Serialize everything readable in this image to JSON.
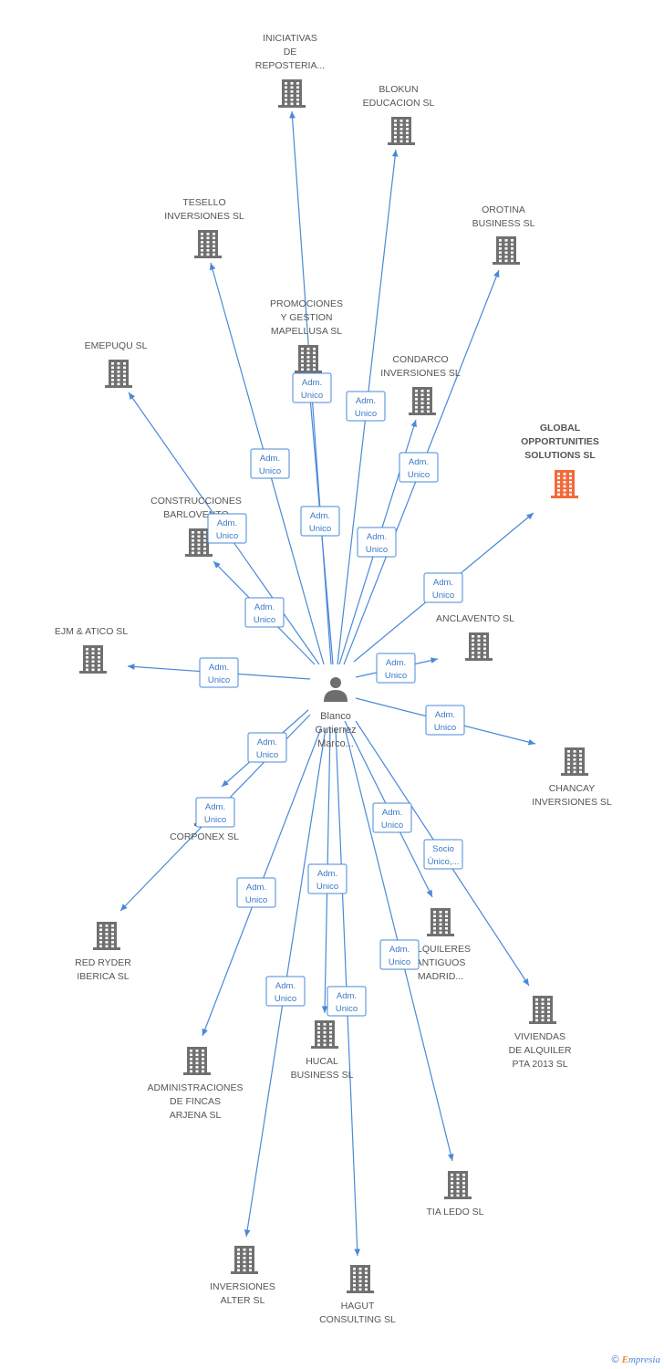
{
  "colors": {
    "edge": "#4a89d8",
    "badge_text": "#3a78c8",
    "company_icon": "#707070",
    "company_icon_highlight": "#f26a3b",
    "person_icon": "#6e6e6e",
    "label": "#555555"
  },
  "center": {
    "name_lines": [
      "Blanco",
      "Gutierrez",
      "Marco..."
    ],
    "icon": "person-icon"
  },
  "nodes": [
    {
      "id": "iniciativas",
      "label_lines": [
        "INICIATIVAS",
        "DE",
        "REPOSTERIA..."
      ],
      "icon": "building-icon",
      "relation": [
        "Adm.",
        "Unico"
      ]
    },
    {
      "id": "blokun",
      "label_lines": [
        "BLOKUN",
        "EDUCACION SL"
      ],
      "icon": "building-icon",
      "relation": [
        "Adm.",
        "Unico"
      ]
    },
    {
      "id": "tesello",
      "label_lines": [
        "TESELLO",
        "INVERSIONES SL"
      ],
      "icon": "building-icon",
      "relation": [
        "Adm.",
        "Unico"
      ]
    },
    {
      "id": "orotina",
      "label_lines": [
        "OROTINA",
        "BUSINESS SL"
      ],
      "icon": "building-icon",
      "relation": [
        "Adm.",
        "Unico"
      ]
    },
    {
      "id": "promociones",
      "label_lines": [
        "PROMOCIONES",
        "Y GESTION",
        "MAPELLUSA SL"
      ],
      "icon": "building-icon",
      "relation": [
        "Adm.",
        "Unico"
      ]
    },
    {
      "id": "emepuqu",
      "label_lines": [
        "EMEPUQU SL"
      ],
      "icon": "building-icon",
      "relation": [
        "Adm.",
        "Unico"
      ]
    },
    {
      "id": "condarco",
      "label_lines": [
        "CONDARCO",
        "INVERSIONES SL"
      ],
      "icon": "building-icon",
      "relation": [
        "Adm.",
        "Unico"
      ]
    },
    {
      "id": "global",
      "label_lines": [
        "GLOBAL",
        "OPPORTUNITIES",
        "SOLUTIONS SL"
      ],
      "icon": "building-icon",
      "highlight": true,
      "relation": [
        "Adm.",
        "Unico"
      ]
    },
    {
      "id": "construcciones",
      "label_lines": [
        "CONSTRUCCIONES",
        "BARLOVENTO"
      ],
      "icon": "building-icon",
      "relation": [
        "Adm.",
        "Unico"
      ]
    },
    {
      "id": "anclavento",
      "label_lines": [
        "ANCLAVENTO SL"
      ],
      "icon": "building-icon",
      "relation": [
        "Adm.",
        "Unico"
      ]
    },
    {
      "id": "ejm",
      "label_lines": [
        "EJM & ATICO SL"
      ],
      "icon": "building-icon",
      "relation": [
        "Adm.",
        "Unico"
      ]
    },
    {
      "id": "chancay",
      "label_lines": [
        "CHANCAY",
        "INVERSIONES SL"
      ],
      "icon": "building-icon",
      "relation": [
        "Adm.",
        "Unico"
      ]
    },
    {
      "id": "corponex",
      "label_lines": [
        "CORPONEX SL"
      ],
      "icon": "building-icon",
      "relation": [
        "Adm.",
        "Unico"
      ]
    },
    {
      "id": "redryder",
      "label_lines": [
        "RED RYDER",
        "IBERICA SL"
      ],
      "icon": "building-icon",
      "relation": [
        "Adm.",
        "Unico"
      ]
    },
    {
      "id": "alquileres",
      "label_lines": [
        "ALQUILERES",
        "ANTIGUOS",
        "MADRID..."
      ],
      "icon": "building-icon",
      "relation": [
        "Adm.",
        "Unico"
      ]
    },
    {
      "id": "viviendas",
      "label_lines": [
        "VIVIENDAS",
        "DE ALQUILER",
        "PTA 2013 SL"
      ],
      "icon": "building-icon",
      "relation": [
        "Socio",
        "Único,..."
      ]
    },
    {
      "id": "administraciones",
      "label_lines": [
        "ADMINISTRACIONES",
        "DE FINCAS",
        "ARJENA SL"
      ],
      "icon": "building-icon",
      "relation": [
        "Adm.",
        "Unico"
      ]
    },
    {
      "id": "hucal",
      "label_lines": [
        "HUCAL",
        "BUSINESS SL"
      ],
      "icon": "building-icon",
      "relation": [
        "Adm.",
        "Unico"
      ]
    },
    {
      "id": "tialedo",
      "label_lines": [
        "TIA LEDO SL"
      ],
      "icon": "building-icon",
      "relation": [
        "Adm.",
        "Unico"
      ]
    },
    {
      "id": "alter",
      "label_lines": [
        "INVERSIONES",
        "ALTER SL"
      ],
      "icon": "building-icon",
      "relation": [
        "Adm.",
        "Unico"
      ]
    },
    {
      "id": "hagut",
      "label_lines": [
        "HAGUT",
        "CONSULTING  SL"
      ],
      "icon": "building-icon",
      "relation": [
        "Adm.",
        "Unico"
      ]
    }
  ],
  "footer": {
    "copyright": "©",
    "brand_first": "E",
    "brand_rest": "mpresia"
  }
}
